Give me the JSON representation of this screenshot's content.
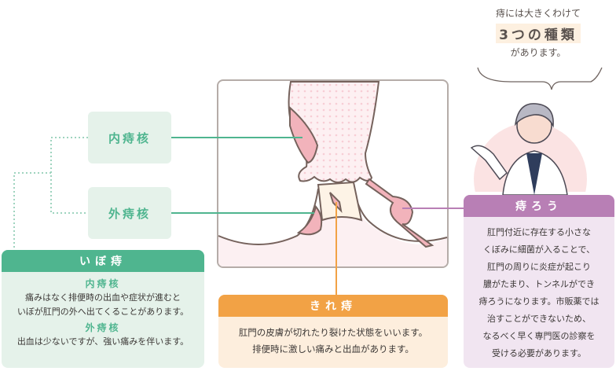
{
  "intro": {
    "line1": "痔には大きくわけて",
    "line2": "3つの種類",
    "line3": "があります。"
  },
  "labels": {
    "internal": "内痔核",
    "external": "外痔核"
  },
  "hemorrhoids": {
    "title": "いぼ痔",
    "internal_title": "内痔核",
    "internal_text_1": "痛みはなく排便時の出血や症状が進むと",
    "internal_text_2": "いぼが肛門の外へ出てくることがあります。",
    "external_title": "外痔核",
    "external_text": "出血は少ないですが、強い痛みを伴います。"
  },
  "fissure": {
    "title": "きれ痔",
    "text_1": "肛門の皮膚が切れたり裂けた状態をいいます。",
    "text_2": "排便時に激しい痛みと出血があります。"
  },
  "fistula": {
    "title": "痔ろう",
    "lines": [
      "肛門付近に存在する小さな",
      "くぼみに細菌が入ることで、",
      "肛門の周りに炎症が起こり",
      "膿がたまり、トンネルができ",
      "痔ろうになります。市販薬では",
      "治すことができないため、",
      "なるべく早く専門医の診察を",
      "受ける必要があります。"
    ]
  },
  "colors": {
    "green": "#4fb58f",
    "orange": "#f2a245",
    "purple": "#b87fb5",
    "pink": "#f2b3bb"
  }
}
